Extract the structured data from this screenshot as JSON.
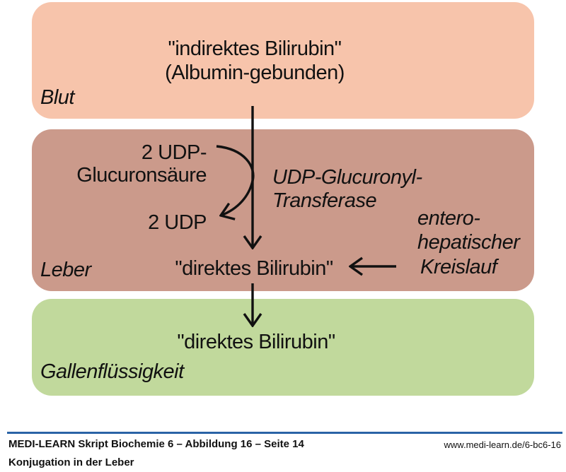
{
  "diagram": {
    "boxes": {
      "blut": {
        "label": "Blut",
        "color": "#f7c4ab",
        "line1": "\"indirektes Bilirubin\"",
        "line2": "(Albumin-gebunden)"
      },
      "leber": {
        "label": "Leber",
        "color": "#cb9a8b",
        "substrate_line1": "2 UDP-",
        "substrate_line2": "Glucuronsäure",
        "product": "2 UDP",
        "enzyme_line1": "UDP-Glucuronyl-",
        "enzyme_line2": "Transferase",
        "cycle_line1": "entero-",
        "cycle_line2": "hepatischer",
        "cycle_line3": "Kreislauf",
        "result": "\"direktes Bilirubin\""
      },
      "galle": {
        "label": "Gallenflüssigkeit",
        "color": "#c1d99c",
        "content": "\"direktes Bilirubin\""
      }
    },
    "arrows": {
      "color": "#111111",
      "items": [
        "indirektes-bilirubin-to-direktes-bilirubin",
        "udp-glucuronsaeure-to-udp",
        "enterohepatischer-kreislauf-to-direktes-bilirubin",
        "direktes-bilirubin-to-gallenfluessigkeit"
      ]
    }
  },
  "footer": {
    "rule_color": "#2a63a6",
    "source": "MEDI-LEARN Skript Biochemie 6 – Abbildung 16 – Seite 14",
    "caption": "Konjugation in der Leber",
    "url": "www.medi-learn.de/6-bc6-16"
  }
}
